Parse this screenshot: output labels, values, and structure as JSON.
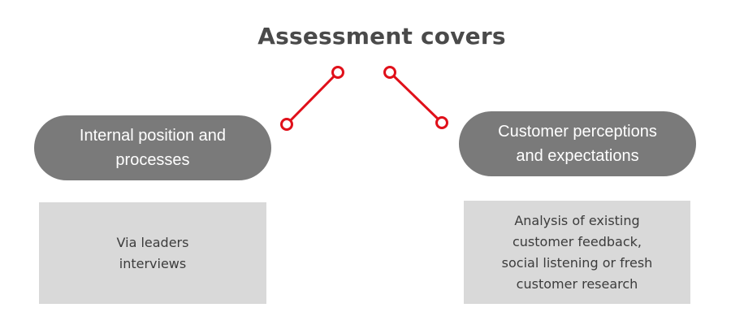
{
  "title": "Assessment covers",
  "left": {
    "pill_lines": [
      "Internal position and",
      "processes"
    ],
    "box_lines": [
      "Via leaders",
      "interviews"
    ]
  },
  "right": {
    "pill_lines": [
      "Customer perceptions",
      "and expectations"
    ],
    "box_lines": [
      "Analysis of existing",
      "customer feedback,",
      "social listening or fresh",
      "customer research"
    ]
  },
  "colors": {
    "connector": "#e0101a",
    "pill": "#7a7a7a",
    "box": "#d9d9d9",
    "title": "#4a4a4a"
  }
}
